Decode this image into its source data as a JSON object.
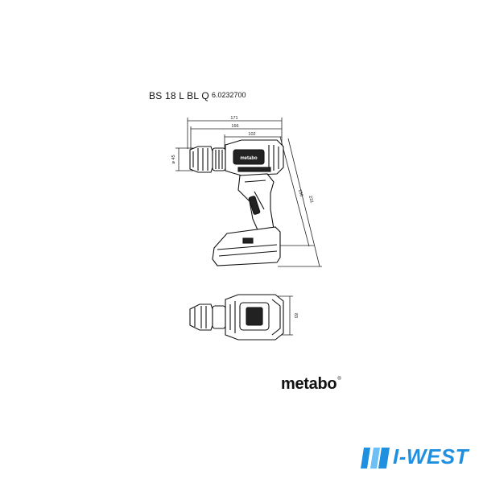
{
  "header": {
    "model": "BS 18 L BL Q",
    "article_number": "6.0232700"
  },
  "dimensions": {
    "length_overall": "171",
    "length_body": "166",
    "length_head": "102",
    "chuck_diameter": "ø 45",
    "height_body": "156",
    "height_overall": "231",
    "width_top": "83"
  },
  "brand": {
    "logo_text": "metabo",
    "logo_mark": "®"
  },
  "watermark": {
    "text": "I-WEST",
    "color": "#1f8fe0"
  }
}
